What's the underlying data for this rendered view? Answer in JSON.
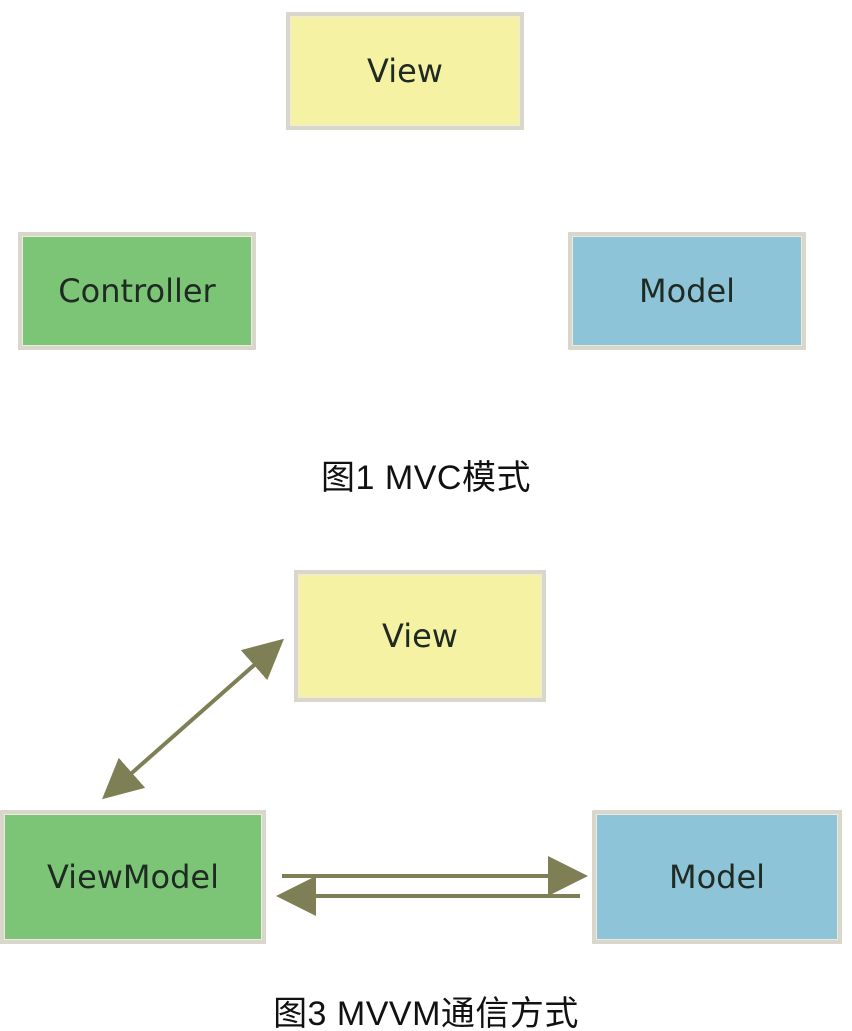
{
  "diagram1": {
    "view_label": "View",
    "controller_label": "Controller",
    "model_label": "Model",
    "caption": "图1  MVC模式"
  },
  "diagram2": {
    "view_label": "View",
    "viewmodel_label": "ViewModel",
    "model_label": "Model",
    "caption": "图3  MVVM通信方式"
  },
  "colors": {
    "view_box": "#f5f2a3",
    "controller_box": "#7cc577",
    "model_box": "#8ec4d8",
    "box_border": "#d9d6cc",
    "arrow": "#7f7f55"
  }
}
